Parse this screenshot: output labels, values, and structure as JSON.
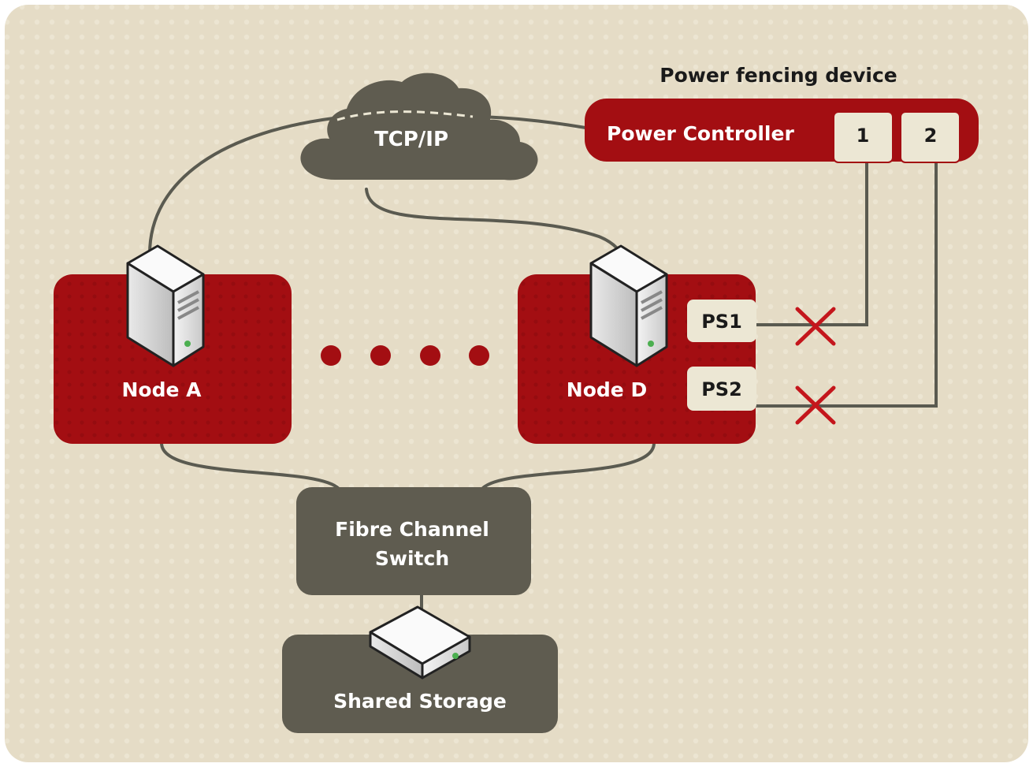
{
  "title": "Power fencing device",
  "network": {
    "label": "TCP/IP"
  },
  "power_controller": {
    "label": "Power Controller",
    "ports": [
      "1",
      "2"
    ]
  },
  "nodes": [
    {
      "label": "Node A"
    },
    {
      "label": "Node D"
    }
  ],
  "power_supplies": [
    "PS1",
    "PS2"
  ],
  "switch": {
    "label_line1": "Fibre Channel",
    "label_line2": "Switch"
  },
  "storage": {
    "label": "Shared Storage"
  },
  "colors": {
    "background": "#e5dcc6",
    "node_red": "#a30e12",
    "dark_gray": "#5f5c50",
    "cream": "#ece7d4",
    "cable": "#5a5a50",
    "fault": "#c4161c"
  },
  "fault_markers": [
    "PS1",
    "PS2"
  ]
}
